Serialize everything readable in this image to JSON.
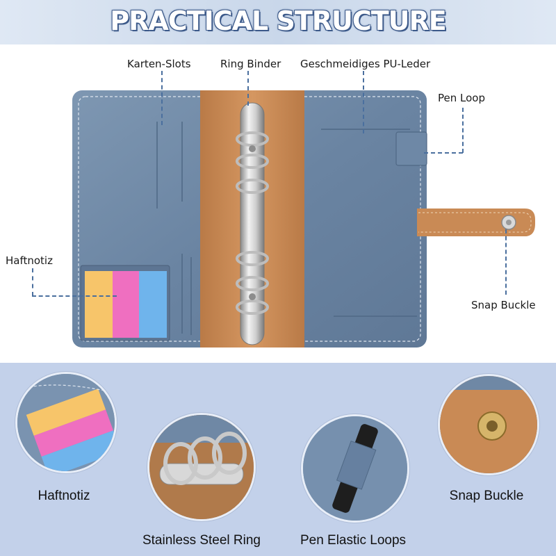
{
  "banner": {
    "title": "PRACTICAL STRUCTURE"
  },
  "callouts": {
    "card_slots": "Karten-Slots",
    "ring_binder": "Ring Binder",
    "pu_leather": "Geschmeidiges PU-Leder",
    "pen_loop": "Pen Loop",
    "sticky_note": "Haftnotiz",
    "snap_buckle": "Snap Buckle"
  },
  "details": [
    {
      "label": "Haftnotiz"
    },
    {
      "label": "Stainless Steel Ring"
    },
    {
      "label": "Pen Elastic Loops"
    },
    {
      "label": "Snap Buckle"
    }
  ],
  "colors": {
    "leather_blue": "#6f8aa8",
    "leather_brown": "#c98a55",
    "accent_dash": "#4a6f9e",
    "panel_bg": "#c3d1ea",
    "sticky_yellow": "#f7c56a",
    "sticky_pink": "#ef6fc0",
    "sticky_blue": "#6fb4ec"
  }
}
